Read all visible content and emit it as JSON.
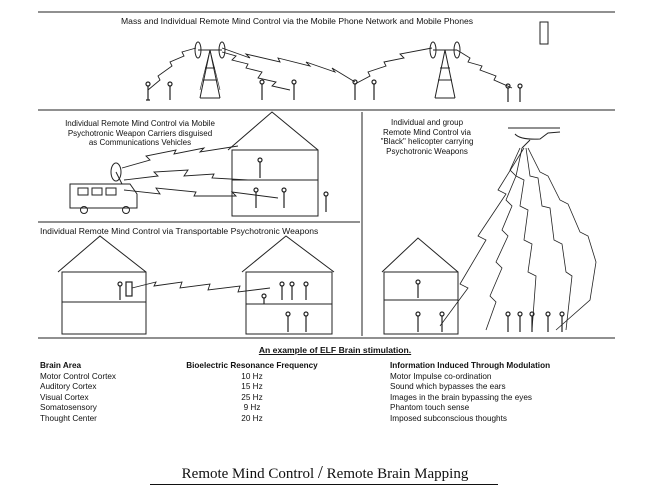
{
  "top_panel": {
    "title": "Mass and Individual Remote Mind Control via the Mobile Phone Network and Mobile Phones"
  },
  "vehicle_panel": {
    "label_lines": [
      "Individual Remote Mind Control via Mobile",
      "Psychotronic Weapon Carriers disguised",
      "as Communications Vehicles"
    ]
  },
  "helicopter_panel": {
    "label_lines": [
      "Individual and group",
      "Remote Mind Control via",
      "\"Black\" helicopter carrying",
      "Psychotronic Weapons"
    ]
  },
  "portable_panel": {
    "title": "Individual Remote Mind Control via Transportable Psychotronic Weapons"
  },
  "elf_table": {
    "title": "An example of ELF Brain stimulation.",
    "headers": {
      "area": "Brain Area",
      "frequency": "Bioelectric Resonance Frequency",
      "info": "Information Induced Through Modulation"
    },
    "rows": [
      {
        "area": "Motor Control Cortex",
        "frequency": "10 Hz",
        "info": "Motor Impulse co-ordination"
      },
      {
        "area": "Auditory Cortex",
        "frequency": "15 Hz",
        "info": "Sound which bypasses the ears"
      },
      {
        "area": "Visual Cortex",
        "frequency": "25 Hz",
        "info": "Images in the brain bypassing the eyes"
      },
      {
        "area": "Somatosensory",
        "frequency": "9 Hz",
        "info": "Phantom touch sense"
      },
      {
        "area": "Thought Center",
        "frequency": "20 Hz",
        "info": "Imposed subconscious thoughts"
      }
    ]
  },
  "footer": {
    "left": "Remote Mind Control",
    "separator": "/",
    "right": "Remote Brain Mapping"
  }
}
